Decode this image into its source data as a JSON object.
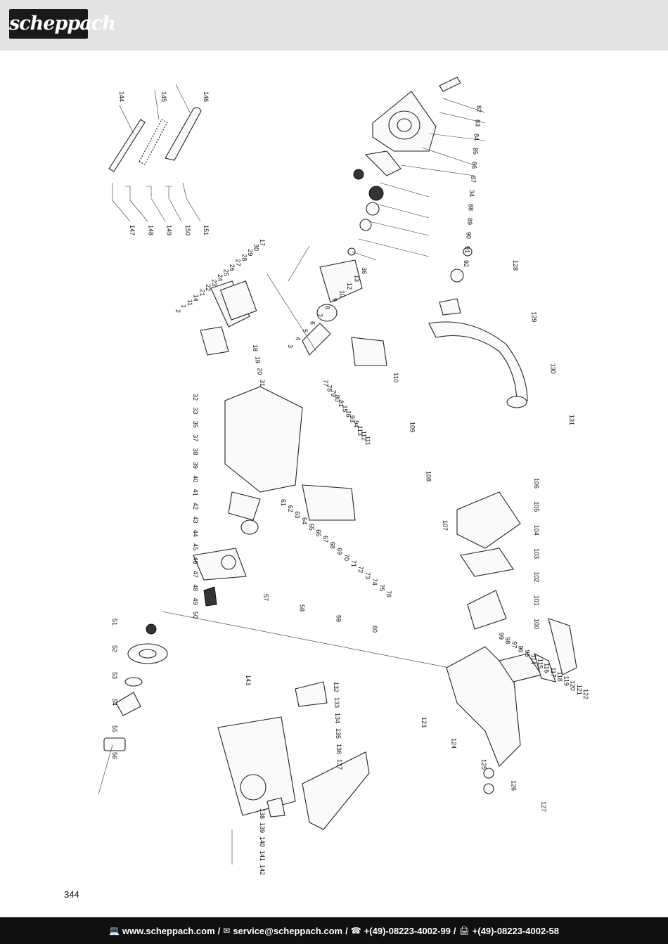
{
  "header": {
    "brand": "scheppach"
  },
  "page": {
    "number": "344"
  },
  "footer": {
    "website": "www.scheppach.com",
    "email": "service@scheppach.com",
    "phone": "+(49)-08223-4002-99",
    "fax": "+(49)-08223-4002-58",
    "separator": "/",
    "icons": [
      "computer-icon",
      "mail-icon",
      "phone-icon",
      "fax-icon"
    ]
  },
  "diagram": {
    "part_labels": [
      "144",
      "145",
      "146",
      "147",
      "148",
      "149",
      "150",
      "151",
      "82",
      "83",
      "84",
      "85",
      "86",
      "87",
      "34",
      "88",
      "89",
      "90",
      "91",
      "92",
      "36",
      "13",
      "12",
      "10",
      "9",
      "8",
      "7",
      "6",
      "5",
      "4",
      "3",
      "2",
      "1",
      "11",
      "14",
      "21",
      "22",
      "23",
      "24",
      "25",
      "26",
      "27",
      "28",
      "29",
      "30",
      "17",
      "18",
      "19",
      "20",
      "31",
      "32",
      "33",
      "35",
      "37",
      "38",
      "39",
      "40",
      "41",
      "42",
      "43",
      "44",
      "45",
      "46",
      "47",
      "48",
      "49",
      "50",
      "51",
      "52",
      "53",
      "54",
      "55",
      "56",
      "57",
      "58",
      "59",
      "60",
      "61",
      "62",
      "63",
      "64",
      "65",
      "66",
      "67",
      "68",
      "69",
      "70",
      "71",
      "72",
      "73",
      "74",
      "75",
      "76",
      "77",
      "78",
      "79",
      "80",
      "81",
      "15",
      "16",
      "93",
      "94",
      "113",
      "112",
      "111",
      "110",
      "109",
      "108",
      "107",
      "106",
      "105",
      "104",
      "103",
      "102",
      "101",
      "100",
      "99",
      "98",
      "97",
      "96",
      "95",
      "114",
      "115",
      "116",
      "117",
      "118",
      "119",
      "120",
      "121",
      "122",
      "123",
      "124",
      "125",
      "126",
      "127",
      "128",
      "129",
      "130",
      "131",
      "132",
      "133",
      "134",
      "135",
      "136",
      "137",
      "138",
      "139",
      "140",
      "141",
      "142",
      "143"
    ]
  }
}
